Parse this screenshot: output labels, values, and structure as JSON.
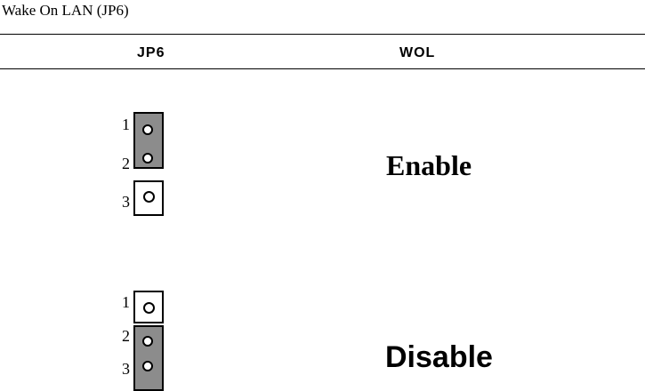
{
  "title": "Wake On LAN (JP6)",
  "table": {
    "headers": [
      "JP6",
      "WOL"
    ],
    "rows": [
      {
        "pins": [
          "1",
          "2",
          "3"
        ],
        "shorted": [
          1,
          2
        ],
        "state": "Enable"
      },
      {
        "pins": [
          "1",
          "2",
          "3"
        ],
        "shorted": [
          2,
          3
        ],
        "state": "Disable"
      }
    ]
  },
  "colors": {
    "jumper_cap": "#8c8c8c"
  }
}
